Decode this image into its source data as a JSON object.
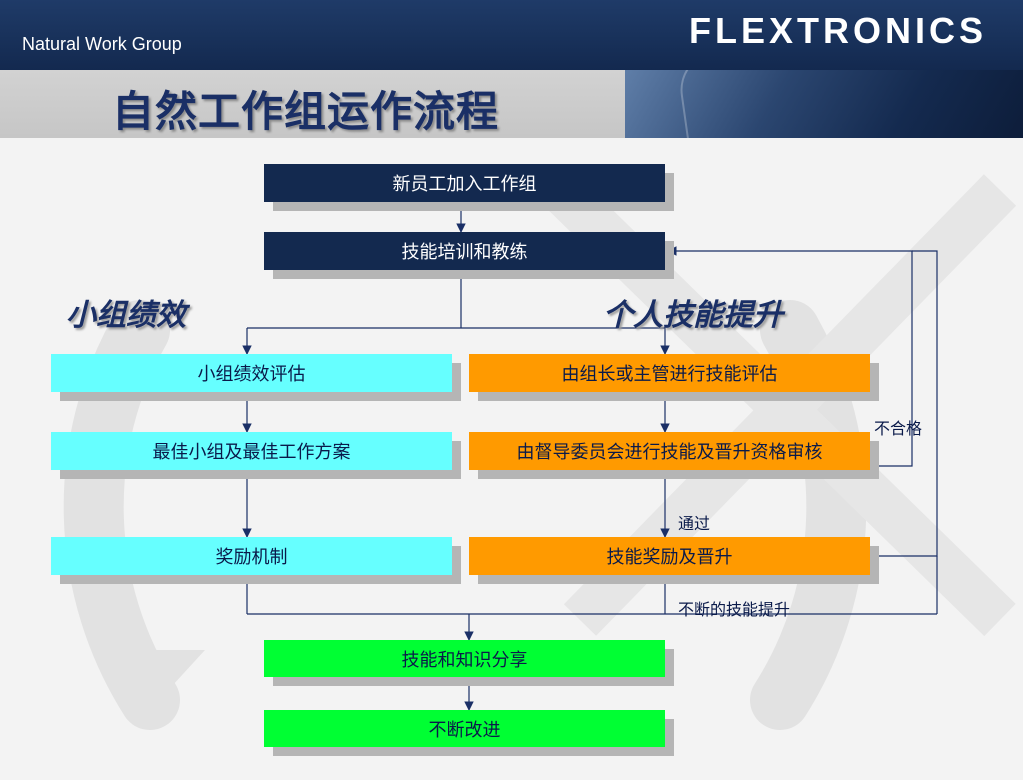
{
  "header": {
    "brand_left": "Natural Work Group",
    "logo_text": "FLEXTRONICS"
  },
  "page_title": "自然工作组运作流程",
  "headings": {
    "group": "小组绩效",
    "personal": "个人技能提升"
  },
  "boxes": {
    "join": "新员工加入工作组",
    "training": "技能培训和教练",
    "group_eval": "小组绩效评估",
    "best_group": "最佳小组及最佳工作方案",
    "reward": "奖励机制",
    "leader_eval": "由组长或主管进行技能评估",
    "committee": "由督导委员会进行技能及晋升资格审核",
    "promotion": "技能奖励及晋升",
    "sharing": "技能和知识分享",
    "improve": "不断改进"
  },
  "labels": {
    "fail": "不合格",
    "pass": "通过",
    "continuous": "不断的技能提升"
  },
  "colors": {
    "navy": "#13294f",
    "cyan": "#66ffff",
    "orange": "#ff9a00",
    "green": "#00ff33",
    "title": "#1a2f66",
    "connector": "#1a2f66"
  }
}
